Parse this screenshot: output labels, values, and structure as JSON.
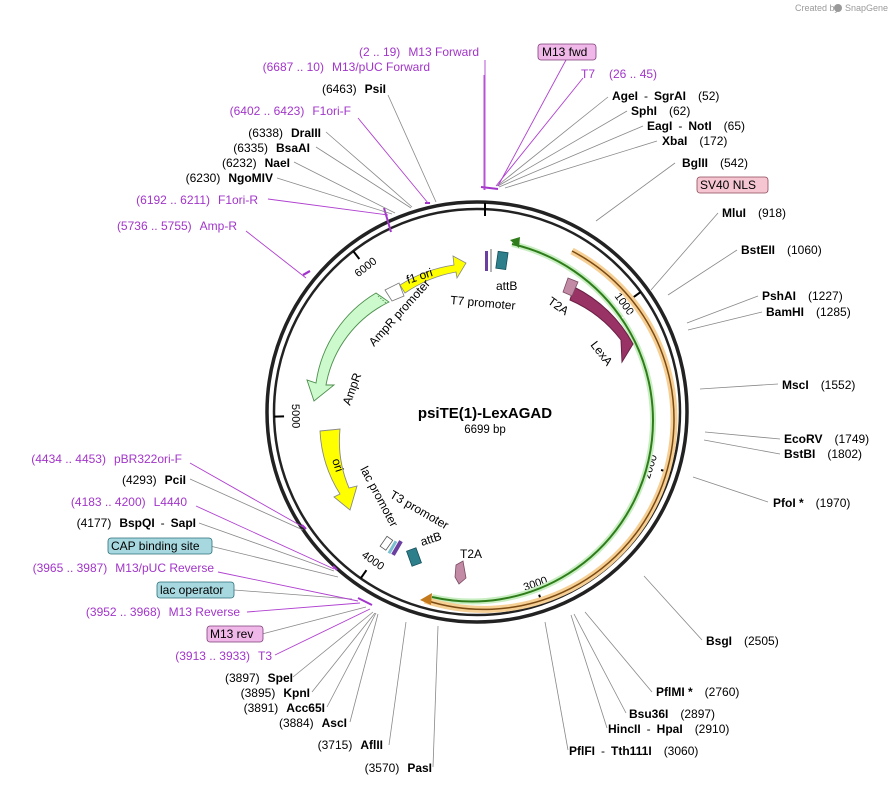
{
  "brand": {
    "created_by": "Created by",
    "name": "SnapGene"
  },
  "plasmid": {
    "name": "psiTE(1)-LexAGAD",
    "length": "6699 bp"
  },
  "ruler": [
    {
      "label": "1000",
      "pos": 1000
    },
    {
      "label": "2000",
      "pos": 2000
    },
    {
      "label": "3000",
      "pos": 3000
    },
    {
      "label": "4000",
      "pos": 4000
    },
    {
      "label": "5000",
      "pos": 5000
    },
    {
      "label": "6000",
      "pos": 6000
    }
  ],
  "features": [
    {
      "id": "f1ori",
      "label": "f1 ori"
    },
    {
      "id": "ampr_promoter",
      "label": "AmpR promoter"
    },
    {
      "id": "ampr",
      "label": "AmpR"
    },
    {
      "id": "ori",
      "label": "ori"
    },
    {
      "id": "lac_promoter",
      "label": "lac promoter"
    },
    {
      "id": "t3_promoter",
      "label": "T3 promoter"
    },
    {
      "id": "attb2",
      "label": "attB"
    },
    {
      "id": "t2a_bottom",
      "label": "T2A"
    },
    {
      "id": "attb1",
      "label": "attB"
    },
    {
      "id": "t7_promoter",
      "label": "T7 promoter"
    },
    {
      "id": "t2a_top",
      "label": "T2A"
    },
    {
      "id": "lexa",
      "label": "LexA"
    }
  ],
  "right_labels": [
    {
      "name": "AgeI",
      "sep": "-",
      "name2": "SgrAI",
      "pos": "(52)"
    },
    {
      "name": "SphI",
      "pos": "(62)"
    },
    {
      "name": "EagI",
      "sep": "-",
      "name2": "NotI",
      "pos": "(65)"
    },
    {
      "name": "XbaI",
      "pos": "(172)"
    },
    {
      "name": "BglII",
      "pos": "(542)"
    },
    {
      "name": "SV40 NLS",
      "boxed": true
    },
    {
      "name": "MluI",
      "pos": "(918)"
    },
    {
      "name": "BstEII",
      "pos": "(1060)"
    },
    {
      "name": "PshAI",
      "pos": "(1227)"
    },
    {
      "name": "BamHI",
      "pos": "(1285)"
    },
    {
      "name": "MscI",
      "pos": "(1552)"
    },
    {
      "name": "EcoRV",
      "pos": "(1749)"
    },
    {
      "name": "BstBI",
      "pos": "(1802)"
    },
    {
      "name": "PfoI *",
      "pos": "(1970)"
    },
    {
      "name": "BsgI",
      "pos": "(2505)"
    },
    {
      "name": "PflMI *",
      "pos": "(2760)"
    },
    {
      "name": "Bsu36I",
      "pos": "(2897)"
    },
    {
      "name": "HincII",
      "sep": "-",
      "name2": "HpaI",
      "pos": "(2910)"
    },
    {
      "name": "PflFI",
      "sep": "-",
      "name2": "Tth111I",
      "pos": "(3060)"
    }
  ],
  "left_labels": [
    {
      "pos": "(2 .. 19)",
      "name": "M13 Forward",
      "primer": true
    },
    {
      "pos": "(6687 .. 10)",
      "name": "M13/pUC Forward",
      "primer": true
    },
    {
      "pos": "(6463)",
      "name": "PsiI"
    },
    {
      "pos": "(6402 .. 6423)",
      "name": "F1ori-F",
      "primer": true
    },
    {
      "pos": "(6338)",
      "name": "DraIII"
    },
    {
      "pos": "(6335)",
      "name": "BsaAI"
    },
    {
      "pos": "(6232)",
      "name": "NaeI"
    },
    {
      "pos": "(6230)",
      "name": "NgoMIV"
    },
    {
      "pos": "(6192 .. 6211)",
      "name": "F1ori-R",
      "primer": true
    },
    {
      "pos": "(5736 .. 5755)",
      "name": "Amp-R",
      "primer": true
    },
    {
      "pos": "(4434 .. 4453)",
      "name": "pBR322ori-F",
      "primer": true
    },
    {
      "pos": "(4293)",
      "name": "PciI"
    },
    {
      "pos": "(4183 .. 4200)",
      "name": "L4440",
      "primer": true
    },
    {
      "pos": "(4177)",
      "name": "BspQI",
      "sep": "-",
      "name2": "SapI"
    },
    {
      "name": "CAP binding site",
      "boxed": "teal"
    },
    {
      "pos": "(3965 .. 3987)",
      "name": "M13/pUC Reverse",
      "primer": true
    },
    {
      "name": "lac operator",
      "boxed": "teal"
    },
    {
      "pos": "(3952 .. 3968)",
      "name": "M13 Reverse",
      "primer": true
    },
    {
      "name": "M13 rev",
      "boxed": "pink"
    },
    {
      "pos": "(3913 .. 3933)",
      "name": "T3",
      "primer": true
    },
    {
      "pos": "(3897)",
      "name": "SpeI"
    },
    {
      "pos": "(3895)",
      "name": "KpnI"
    },
    {
      "pos": "(3891)",
      "name": "Acc65I"
    },
    {
      "pos": "(3884)",
      "name": "AscI"
    },
    {
      "pos": "(3715)",
      "name": "AflII"
    },
    {
      "pos": "(3570)",
      "name": "PasI"
    }
  ],
  "top_labels": [
    {
      "name": "M13 fwd",
      "boxed": "pink"
    },
    {
      "name": "T7",
      "pos": "(26 .. 45)",
      "primer": true
    }
  ],
  "colors": {
    "backbone": "#2a2a2a",
    "primer": "#a235c9",
    "ampr": "#ccfacc",
    "ampr_stroke": "#5fa85f",
    "ori": "#ffff00",
    "lexa": "#993366",
    "t2a": "#c28aa4",
    "attb": "#2d7f8c",
    "green_arc": "#4aa12a",
    "orange_arc": "#e69138",
    "teal_box": "#a7d8e0",
    "pink_box": "#efb8e8",
    "sv40_box": "#f5c6d1"
  }
}
